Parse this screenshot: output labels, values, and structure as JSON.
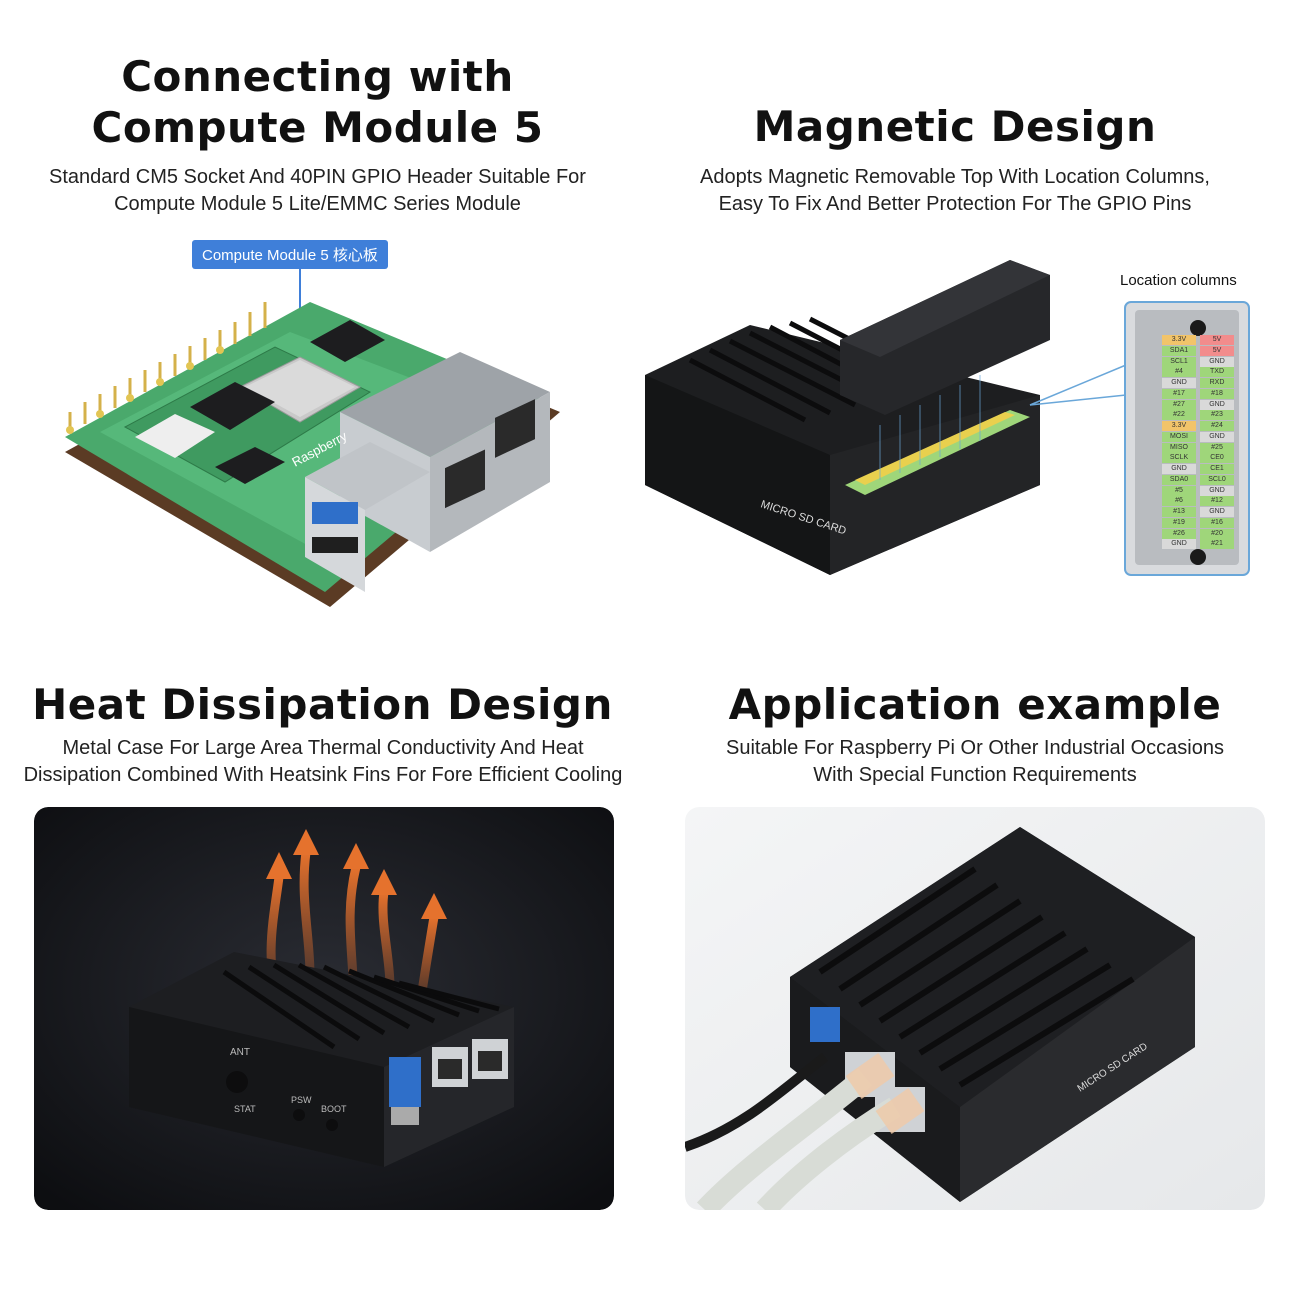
{
  "sections": {
    "connect": {
      "title_line1": "Connecting with",
      "title_line2": "Compute Module 5",
      "sub_line1": "Standard CM5 Socket And 40PIN GPIO Header Suitable For",
      "sub_line2": "Compute Module 5 Lite/EMMC Series Module",
      "tag": "Compute Module 5 核心板",
      "board_text": "Raspberry"
    },
    "magnetic": {
      "title": "Magnetic Design",
      "sub_line1": "Adopts Magnetic Removable Top With Location Columns,",
      "sub_line2": "Easy To Fix And Better Protection For The GPIO Pins",
      "location_label": "Location columns",
      "sd_label": "MICRO SD CARD"
    },
    "heat": {
      "title": "Heat Dissipation Design",
      "sub_line1": "Metal Case For Large Area Thermal Conductivity And Heat",
      "sub_line2": "Dissipation Combined With Heatsink Fins For Fore Efficient Cooling",
      "ant_label": "ANT",
      "stat_label": "STAT",
      "psw_label": "PSW",
      "boot_label": "BOOT"
    },
    "application": {
      "title": "Application example",
      "sub_line1": "Suitable For Raspberry Pi Or Other Industrial Occasions",
      "sub_line2": "With Special Function Requirements",
      "sd_label": "MICRO SD CARD"
    }
  },
  "gpio_left": [
    "3.3V",
    "SDA1",
    "SCL1",
    "#4",
    "GND",
    "#17",
    "#27",
    "#22",
    "3.3V",
    "MOSI",
    "MISO",
    "SCLK",
    "GND",
    "SDA0",
    "#5",
    "#6",
    "#13",
    "#19",
    "#26",
    "GND"
  ],
  "gpio_right": [
    "5V",
    "5V",
    "GND",
    "TXD",
    "RXD",
    "#18",
    "GND",
    "#23",
    "#24",
    "GND",
    "#25",
    "CE0",
    "CE1",
    "SCL0",
    "GND",
    "#12",
    "GND",
    "#16",
    "#20",
    "#21"
  ],
  "colors": {
    "tag_blue": "#3f7fd9",
    "pcb_green": "#4aa96c",
    "case_black": "#1b1b1d",
    "heat_bg": "#111216",
    "heat_arrow": "#d8682a",
    "gpio_green": "#9fd67a"
  }
}
